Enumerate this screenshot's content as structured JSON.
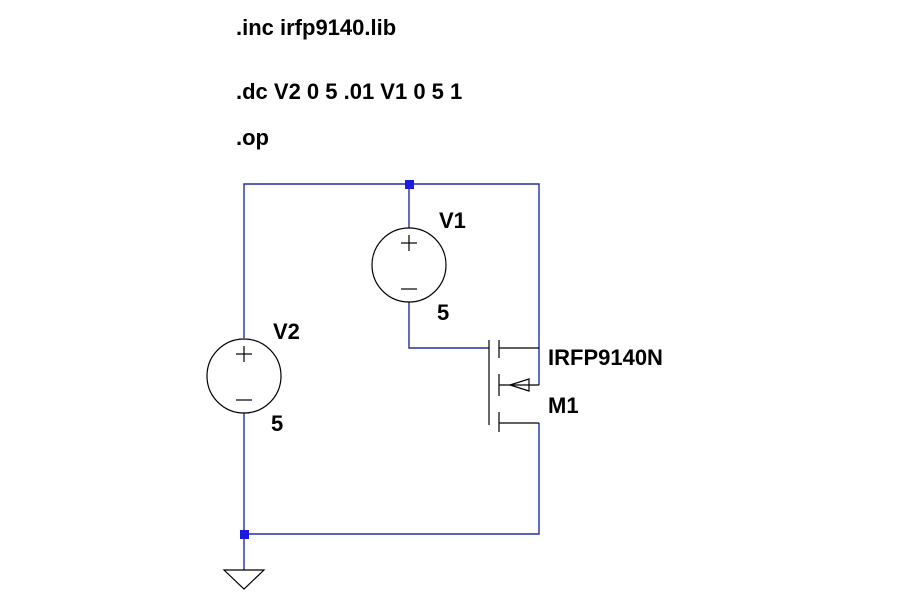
{
  "directives": {
    "inc": ".inc irfp9140.lib",
    "dc": ".dc V2 0 5 .01 V1 0 5 1",
    "op": ".op"
  },
  "components": {
    "v1": {
      "name": "V1",
      "value": "5"
    },
    "v2": {
      "name": "V2",
      "value": "5"
    },
    "m1": {
      "name": "M1",
      "model": "IRFP9140N"
    }
  },
  "colors": {
    "wire": "#1f2fa8",
    "junction": "#1c1ce0",
    "component": "#000000"
  }
}
